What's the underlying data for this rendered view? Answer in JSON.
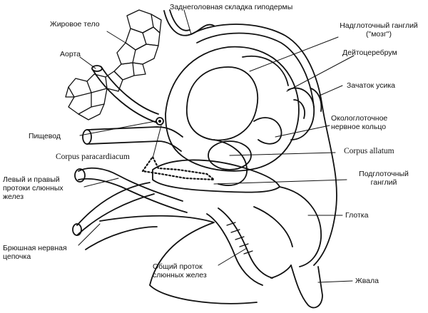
{
  "labels": {
    "zadnegolovnaya": "Заднеголовная складка гиподермы",
    "zhirovoe_telo": "Жировое тело",
    "aorta": "Аорта",
    "nadglotochny": "Надглоточный ганглий\n(\"мозг\")",
    "deytocerebrum": "Дейтоцеребрум",
    "zachatok_usika": "Зачаток усика",
    "pishchevod": "Пищевод",
    "okologlotochnoe": "Окологлоточное\nнервное кольцо",
    "corpus_paracardiacum": "Corpus paracardiacum",
    "corpus_allatum": "Corpus allatum",
    "protoki": "Левый и правый\nпротоки слюнных\nжелез",
    "podglotochny": "Подглоточный\nганглий",
    "glotka": "Глотка",
    "bryushnaya": "Брюшная нервная\nцепочка",
    "obshchiy_protok": "Общий проток\nслюнных желез",
    "zhvala": "Жвала"
  }
}
